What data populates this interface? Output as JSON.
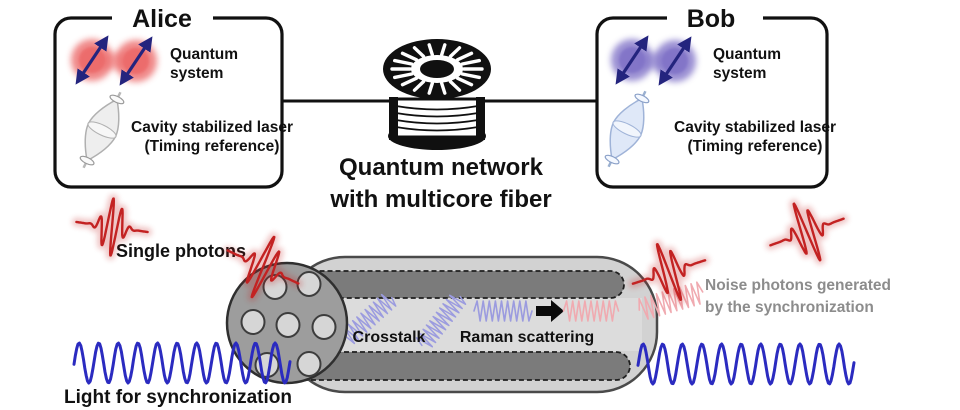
{
  "alice": {
    "title": "Alice",
    "system_line1": "Quantum",
    "system_line2": "system",
    "laser_line1": "Cavity stabilized laser",
    "laser_line2": "(Timing reference)"
  },
  "bob": {
    "title": "Bob",
    "system_line1": "Quantum",
    "system_line2": "system",
    "laser_line1": "Cavity stabilized laser",
    "laser_line2": "(Timing reference)"
  },
  "network": {
    "caption_line1": "Quantum network",
    "caption_line2": "with multicore fiber"
  },
  "fiber": {
    "crosstalk_label": "Crosstalk",
    "raman_label": "Raman scattering"
  },
  "annotations": {
    "single_photons": "Single photons",
    "light_sync": "Light for synchronization",
    "noise_line1": "Noise photons generated",
    "noise_line2": "by the synchronization"
  },
  "colors": {
    "photon_red": "#c32222",
    "sync_blue": "#2b2bc0",
    "crosstalk_purple": "#9b9bdf",
    "noise_pink": "#f0aab0",
    "qubit_red": "#ec6a6a",
    "qubit_purple": "#8173c8",
    "navy_arrow": "#24247e",
    "laser_gray": "#eeeeee",
    "laser_blue": "#dfe8f8",
    "fiber_body": "#d2d2d2",
    "fiber_mid": "#dcdcdc",
    "fiber_face": "#9d9d9d",
    "fiber_core": "#7b7b7b",
    "core_hole": "#d6d6d6",
    "gray_text": "#8c8c8c",
    "ink": "#111111"
  }
}
